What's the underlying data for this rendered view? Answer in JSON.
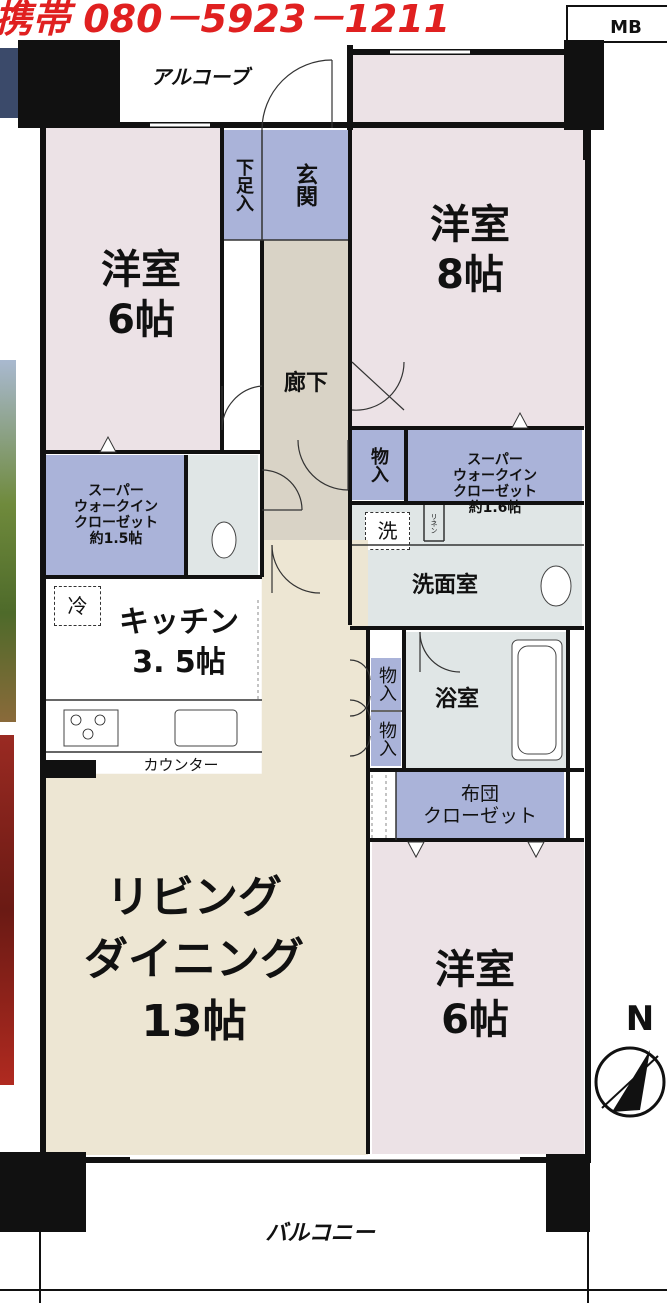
{
  "header": {
    "phone": "携帯 080－5923－1211",
    "mb_label": "MB"
  },
  "rooms": {
    "alcove": "アルコーブ",
    "entrance": "玄関",
    "shoe_cabinet": "下足入",
    "western_nw": "洋室\n6帖",
    "western_ne": "洋室\n8帖",
    "hallway": "廊下",
    "storage_1": "物入",
    "swic_right": "スーパー\nウォークイン\nクローゼット\n約1.6帖",
    "swic_left": "スーパー\nウォークイン\nクローゼット\n約1.5帖",
    "linen": "リネン",
    "washer_mark": "洗",
    "washroom": "洗面室",
    "fridge_mark": "冷",
    "kitchen": "キッチン\n3. 5帖",
    "storage_2": "物入",
    "storage_3": "物入",
    "bathroom": "浴室",
    "counter": "カウンター",
    "futon_closet": "布団\nクローゼット",
    "living_dining": "リビング\nダイニング\n13帖",
    "western_se": "洋室\n6帖",
    "balcony": "バルコニー"
  },
  "compass": {
    "north_label": "N"
  },
  "colors": {
    "western_room": "#ece2e6",
    "closet": "#aab3d9",
    "hallway": "#d9d3c6",
    "living": "#ede6d3",
    "wet_area": "#e0e6e6",
    "white": "#ffffff",
    "wall": "#111111",
    "phone_text": "#e02020"
  }
}
